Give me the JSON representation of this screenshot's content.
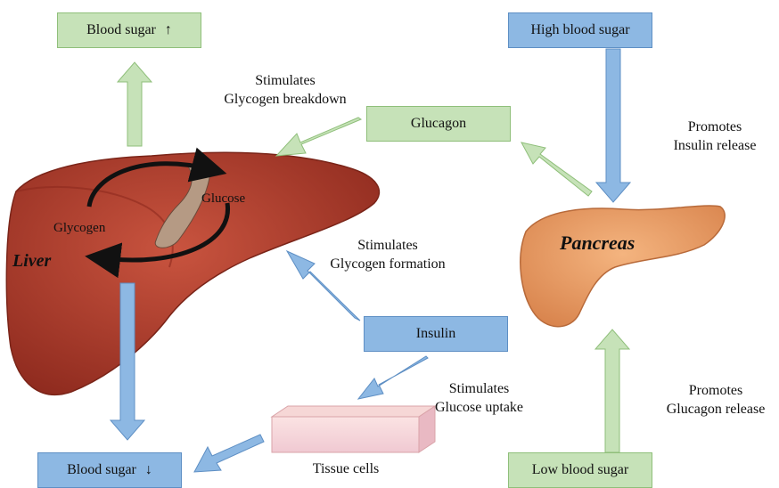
{
  "boxes": {
    "blood_sugar_up": {
      "label": "Blood sugar",
      "arrow_glyph": "↑"
    },
    "blood_sugar_down": {
      "label": "Blood sugar",
      "arrow_glyph": "↓"
    },
    "high_blood_sugar": {
      "label": "High blood sugar"
    },
    "low_blood_sugar": {
      "label": "Low blood sugar"
    },
    "glucagon": {
      "label": "Glucagon"
    },
    "insulin": {
      "label": "Insulin"
    }
  },
  "captions": {
    "stim_breakdown": {
      "line1": "Stimulates",
      "line2": "Glycogen breakdown"
    },
    "stim_formation": {
      "line1": "Stimulates",
      "line2": "Glycogen formation"
    },
    "stim_uptake": {
      "line1": "Stimulates",
      "line2": "Glucose uptake"
    },
    "promotes_insulin": {
      "line1": "Promotes",
      "line2": "Insulin release"
    },
    "promotes_glucagon": {
      "line1": "Promotes",
      "line2": "Glucagon release"
    },
    "tissue": "Tissue cells"
  },
  "organs": {
    "liver": "Liver",
    "pancreas": "Pancreas",
    "glycogen": "Glycogen",
    "glucose": "Glucose"
  },
  "colors": {
    "green_arrow": "#c6e2b8",
    "green_border": "#8fbf7a",
    "blue_arrow": "#8db8e3",
    "blue_border": "#5e8fc4",
    "liver": "#b5402e",
    "pancreas": "#e9a06a"
  }
}
